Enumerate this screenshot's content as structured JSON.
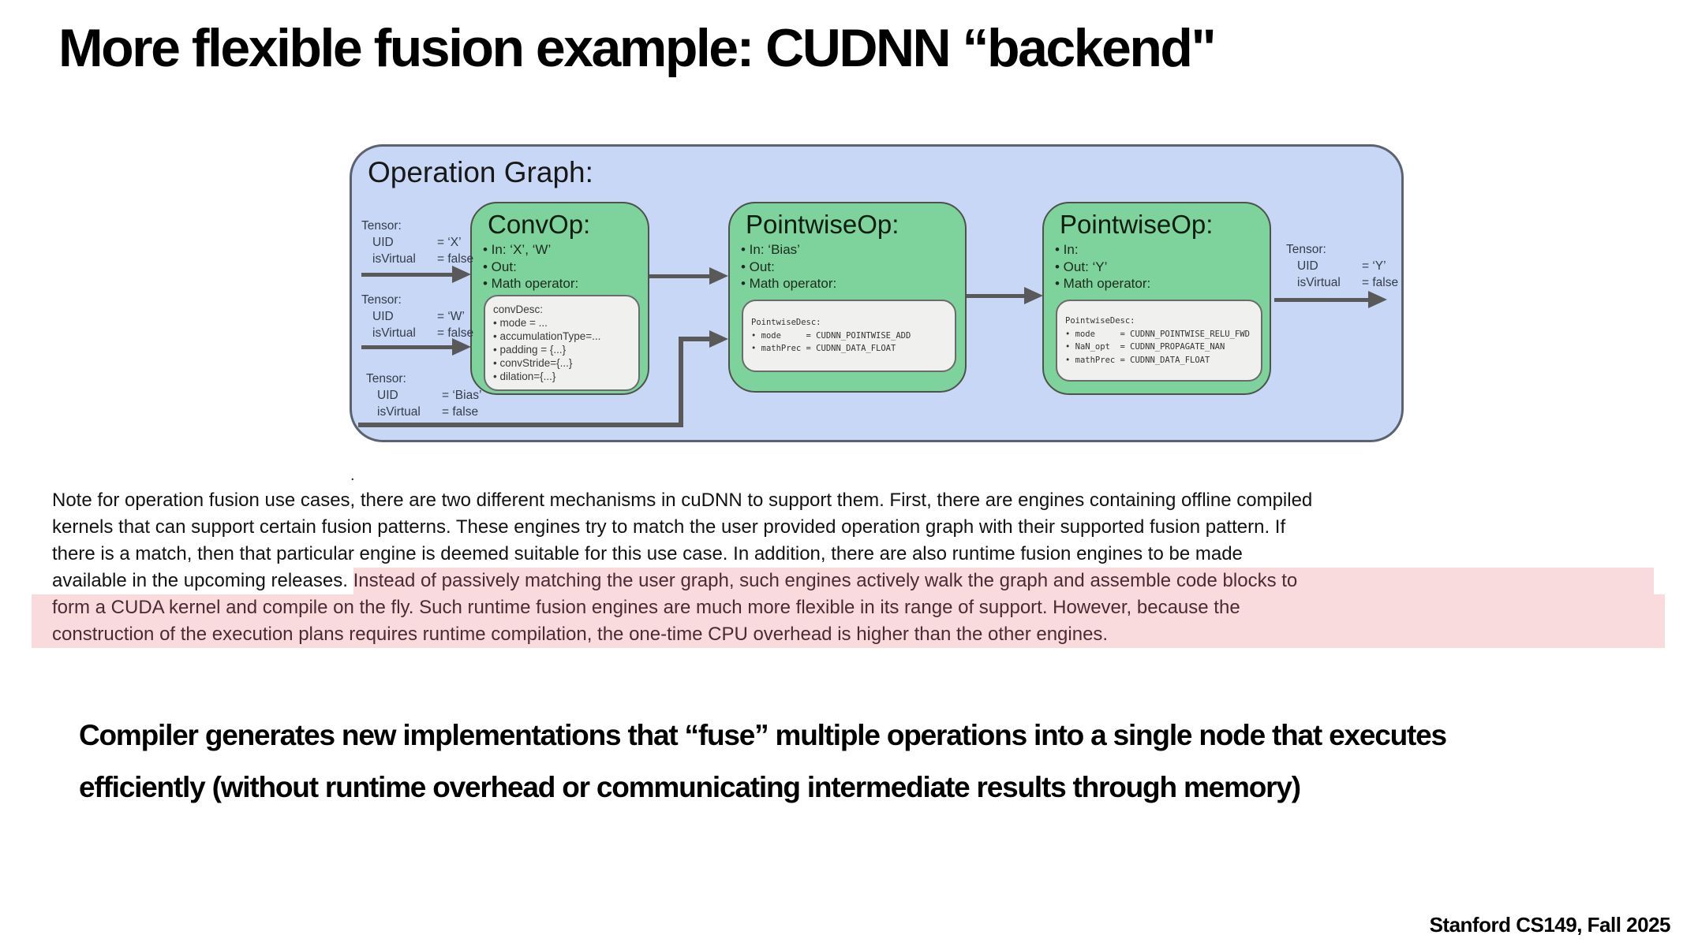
{
  "slide": {
    "title": "More flexible fusion example: CUDNN “backend\"",
    "footer": "Stanford CS149, Fall 2025",
    "stray_dot": "."
  },
  "diagram": {
    "title": "Operation Graph:",
    "colors": {
      "panel_fill": "#c7d7f5",
      "node_fill": "#7ed29b",
      "desc_fill": "#f0f0ee",
      "arrow": "#595959"
    },
    "nodes": [
      {
        "title": "ConvOp:",
        "bullets": [
          "• In: ‘X’, ‘W’",
          "• Out:",
          "• Math operator:"
        ],
        "desc": {
          "title": "convDesc:",
          "lines": [
            "• mode = ...",
            "• accumulationType=...",
            "• padding = {...}",
            "• convStride={...}",
            "• dilation={...}"
          ]
        }
      },
      {
        "title": "PointwiseOp:",
        "bullets": [
          "• In: ‘Bias’",
          "• Out:",
          "• Math operator:"
        ],
        "desc": {
          "title": "PointwiseDesc:",
          "lines": [
            "• mode     = CUDNN_POINTWISE_ADD",
            "• mathPrec = CUDNN_DATA_FLOAT"
          ]
        }
      },
      {
        "title": "PointwiseOp:",
        "bullets": [
          "• In:",
          "• Out: ‘Y’",
          "• Math operator:"
        ],
        "desc": {
          "title": "PointwiseDesc:",
          "lines": [
            "• mode     = CUDNN_POINTWISE_RELU_FWD",
            "• NaN_opt  = CUDNN_PROPAGATE_NAN",
            "• mathPrec = CUDNN_DATA_FLOAT"
          ]
        }
      }
    ],
    "tensors": [
      {
        "heading": "Tensor:",
        "rows": [
          {
            "k": "UID",
            "v": "= ‘X’"
          },
          {
            "k": "isVirtual",
            "v": "= false"
          }
        ]
      },
      {
        "heading": "Tensor:",
        "rows": [
          {
            "k": "UID",
            "v": "= ‘W’"
          },
          {
            "k": "isVirtual",
            "v": "= false"
          }
        ]
      },
      {
        "heading": "Tensor:",
        "rows": [
          {
            "k": "UID",
            "v": "= ‘Bias’"
          },
          {
            "k": "isVirtual",
            "v": "= false"
          }
        ]
      },
      {
        "heading": "Tensor:",
        "rows": [
          {
            "k": "UID",
            "v": "= ‘Y’"
          },
          {
            "k": "isVirtual",
            "v": "= false"
          }
        ]
      }
    ]
  },
  "paragraph": {
    "highlight_color": "#f9dbde",
    "highlight_text_color": "#4d2a33",
    "lines": [
      {
        "plain": "Note for operation fusion use cases, there are two different mechanisms in cuDNN to support them. First, there are engines containing offline compiled",
        "highlight": ""
      },
      {
        "plain": "kernels that can support certain fusion patterns. These engines try to match the user provided operation graph with their supported fusion pattern. If",
        "highlight": ""
      },
      {
        "plain": "there is a match, then that particular engine is deemed suitable for this use case. In addition, there are also runtime fusion engines to be made",
        "highlight": ""
      },
      {
        "plain": "available in the upcoming releases. ",
        "highlight": "Instead of passively matching the user graph, such engines actively walk the graph and assemble code blocks to"
      },
      {
        "plain": "",
        "highlight": "form a CUDA kernel and compile on the fly. Such runtime fusion engines are much more flexible in its range of support. However, because the"
      },
      {
        "plain": "",
        "highlight": "construction of the execution plans requires runtime compilation, the one-time CPU overhead is higher than the other engines."
      }
    ]
  },
  "statement": {
    "lines": [
      "Compiler generates new implementations that “fuse” multiple operations into a single node that executes",
      "efficiently (without runtime overhead or communicating intermediate results through memory)"
    ]
  }
}
